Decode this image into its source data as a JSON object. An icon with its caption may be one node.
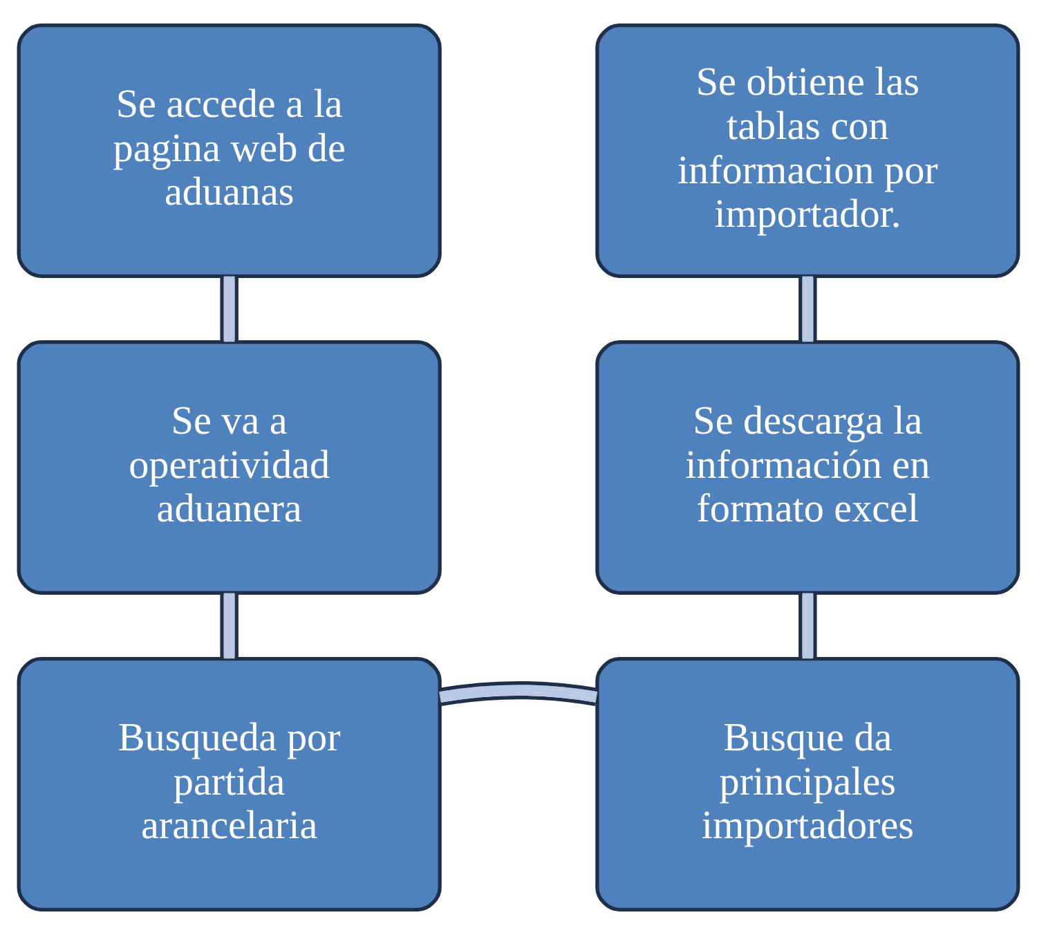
{
  "diagram": {
    "nodes": [
      {
        "text": [
          "Se accede a la pagina web de aduanas"
        ]
      },
      {
        "text": [
          "Se va a operatividad aduanera"
        ]
      },
      {
        "text": [
          "Busqueda por partida arancelaria"
        ]
      },
      {
        "text": [
          "Busque da principales importadores"
        ]
      },
      {
        "text": [
          "Se descarga la información en formato excel"
        ]
      },
      {
        "text": [
          "Se obtiene las tablas con informacion por importador."
        ]
      }
    ],
    "edges": [
      {
        "from": 0,
        "to": 1,
        "arrow": "none"
      },
      {
        "from": 1,
        "to": 2,
        "arrow": "none"
      },
      {
        "from": 2,
        "to": 3,
        "arrow": "none"
      },
      {
        "from": 3,
        "to": 4,
        "arrow": "none"
      },
      {
        "from": 4,
        "to": 5,
        "arrow": "none"
      }
    ]
  }
}
